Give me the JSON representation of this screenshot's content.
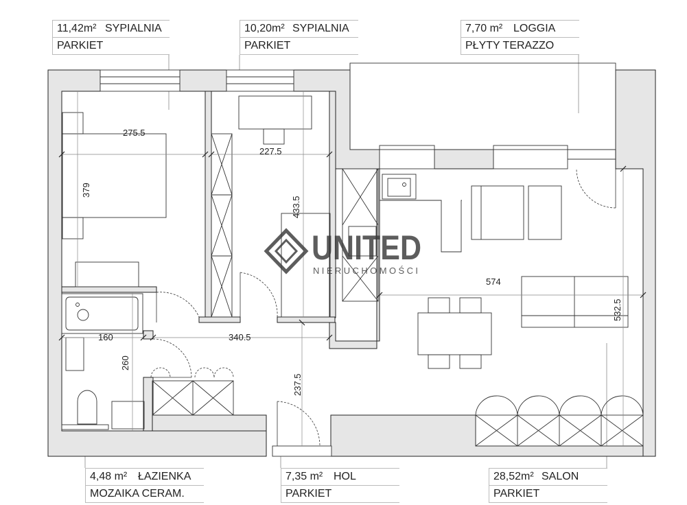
{
  "rooms": [
    {
      "id": "bedroom1",
      "area": "11,42m²",
      "name": "SYPIALNIA",
      "floor": "PARKIET"
    },
    {
      "id": "bedroom2",
      "area": "10,20m²",
      "name": "SYPIALNIA",
      "floor": "PARKIET"
    },
    {
      "id": "loggia",
      "area": "7,70  m²",
      "name": "LOGGIA",
      "floor": "PŁYTY TERAZZO"
    },
    {
      "id": "bathroom",
      "area": "4,48  m²",
      "name": "ŁAZIENKA",
      "floor": "MOZAIKA  CERAM."
    },
    {
      "id": "hall",
      "area": "7,35  m²",
      "name": "HOL",
      "floor": "PARKIET"
    },
    {
      "id": "salon",
      "area": "28,52m²",
      "name": "SALON",
      "floor": "PARKIET"
    }
  ],
  "dimensions": {
    "bedroom1_width": "275.5",
    "bedroom1_length": "379",
    "bedroom2_width": "227.5",
    "bedroom2_length": "433.5",
    "bathroom_width": "160",
    "bathroom_length": "260",
    "hall_width": "340.5",
    "hall_length": "237.5",
    "salon_width": "574",
    "salon_length": "532.5"
  },
  "watermark": {
    "brand": "UNITED",
    "subtitle": "NIERUCHOMOŚCI"
  },
  "colors": {
    "wall": "#e6e6e6",
    "wall_outline": "#222222",
    "line": "#333333",
    "label_border": "#bbbbbb",
    "watermark": "#3a3a3a"
  }
}
